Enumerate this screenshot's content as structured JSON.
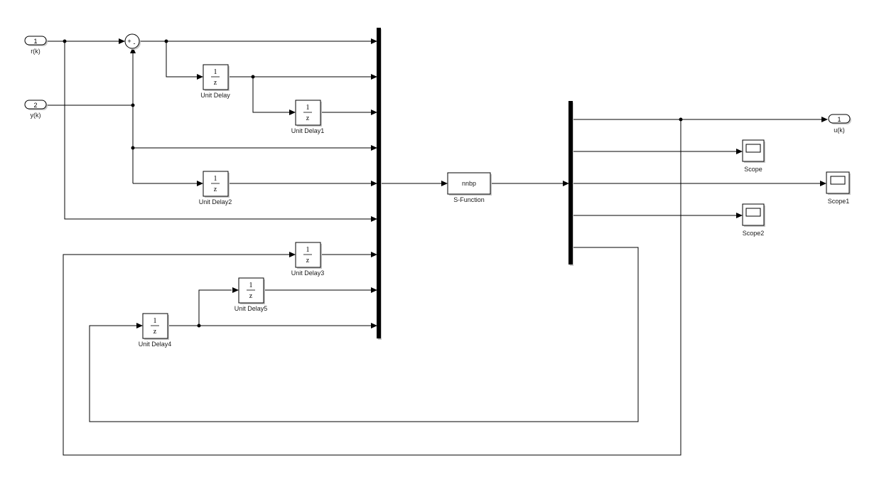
{
  "inports": [
    {
      "num": "1",
      "label": "r(k)"
    },
    {
      "num": "2",
      "label": "y(k)"
    }
  ],
  "outports": [
    {
      "num": "1",
      "label": "u(k)"
    }
  ],
  "sum": {
    "signs_top": "+",
    "signs_bottom": "-"
  },
  "delays": [
    {
      "num": "1",
      "den": "z",
      "label": "Unit Delay"
    },
    {
      "num": "1",
      "den": "z",
      "label": "Unit Delay1"
    },
    {
      "num": "1",
      "den": "z",
      "label": "Unit Delay2"
    },
    {
      "num": "1",
      "den": "z",
      "label": "Unit Delay3"
    },
    {
      "num": "1",
      "den": "z",
      "label": "Unit Delay5"
    },
    {
      "num": "1",
      "den": "z",
      "label": "Unit Delay4"
    }
  ],
  "sfunction": {
    "name": "nnbp",
    "label": "S-Function"
  },
  "scopes": [
    {
      "label": "Scope"
    },
    {
      "label": "Scope1"
    },
    {
      "label": "Scope2"
    }
  ]
}
